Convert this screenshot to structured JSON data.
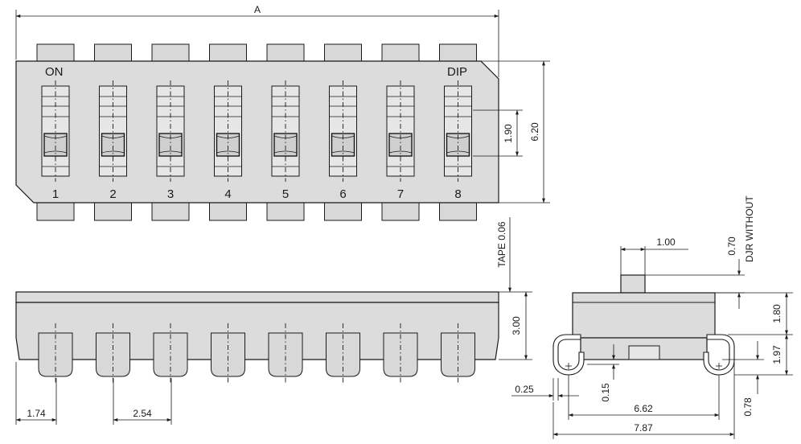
{
  "top_view": {
    "overall_dim": "A",
    "on_label": "ON",
    "dip_label": "DIP",
    "switch_numbers": [
      "1",
      "2",
      "3",
      "4",
      "5",
      "6",
      "7",
      "8"
    ],
    "knob_dim": "1.90",
    "height_dim": "6.20"
  },
  "side_view": {
    "tape_dim": "TAPE 0.06",
    "height_dim": "3.00",
    "edge_dim": "1.74",
    "pitch_dim": "2.54"
  },
  "end_view": {
    "actuator_width_dim": "1.00",
    "actuator_height_dim": "0.70",
    "note": "DJR  WITHOUT",
    "body_height_dim": "1.80",
    "hook_height_dim": "1.97",
    "hook_offset_dim": "0.78",
    "lead_thickness_dim": "0.25",
    "standoff_dim": "0.15",
    "inner_span_dim": "6.62",
    "outer_span_dim": "7.87"
  }
}
